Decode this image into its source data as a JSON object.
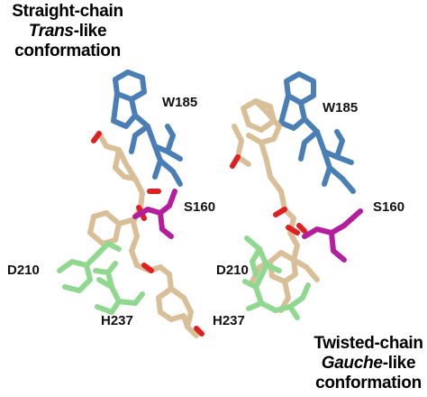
{
  "captions": {
    "left": {
      "line1": "Straight-chain",
      "line2_italic": "Trans",
      "line2_rest": "-like",
      "line3": "conformation"
    },
    "right": {
      "line1": "Twisted-chain",
      "line2_italic": "Gauche",
      "line2_rest": "-like",
      "line3": "conformation"
    }
  },
  "residues_left": {
    "w": "W185",
    "s": "S160",
    "d": "D210",
    "h": "H237"
  },
  "residues_right": {
    "w": "W185",
    "s": "S160",
    "d": "D210",
    "h": "H237"
  },
  "colors": {
    "trp": "#4a7fb5",
    "ligand": "#d8bf98",
    "ligand_oxygen": "#e02020",
    "ser": "#b41e9c",
    "asp_his": "#90d890"
  }
}
